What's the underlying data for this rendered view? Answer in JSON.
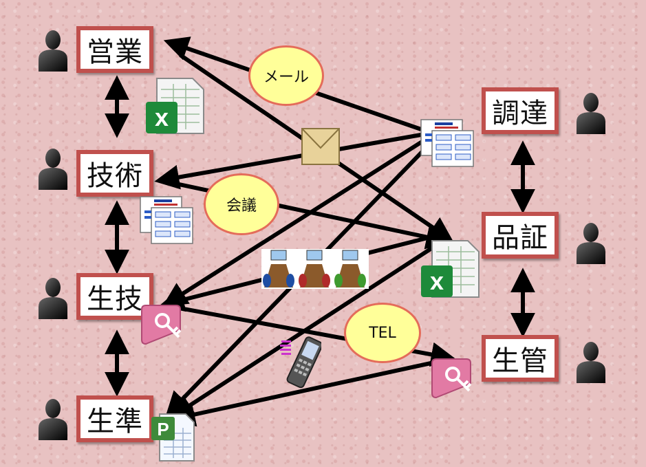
{
  "departments": {
    "sales": "営業",
    "engineering": "技術",
    "production_engineering": "生技",
    "production_preparation": "生準",
    "procurement": "調達",
    "quality_assurance": "品証",
    "production_control": "生管"
  },
  "channels": {
    "mail": "メール",
    "meeting": "会議",
    "tel": "TEL"
  },
  "icons": {
    "person": "person-icon",
    "excel": "excel-icon",
    "form": "form-icon",
    "mail": "envelope-icon",
    "meeting": "meeting-icon",
    "access": "access-key-icon",
    "phone": "mobile-phone-icon",
    "project": "project-icon"
  },
  "colors": {
    "background": "#e8c2c2",
    "box_border": "#c0504d",
    "bubble_fill": "#ffff99",
    "bubble_border": "#e46c5a",
    "arrow": "#000000"
  }
}
